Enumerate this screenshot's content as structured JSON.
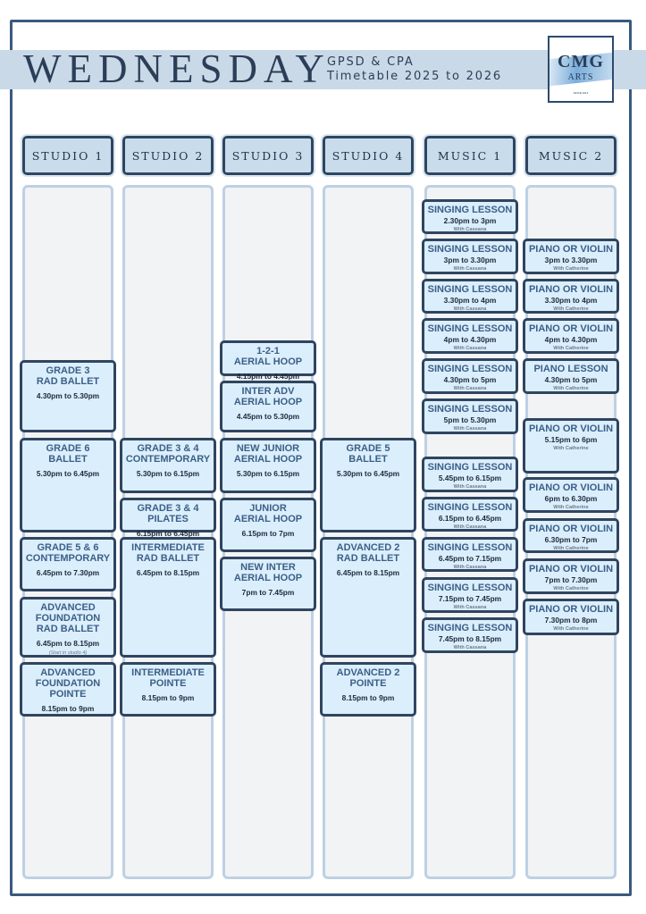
{
  "header": {
    "day": "WEDNESDAY",
    "subtitle_line1": "GPSD & CPA",
    "subtitle_line2": "Timetable 2025 to 2026",
    "logo_main": "CMG",
    "logo_sub": "ARTS",
    "logo_since": "SINCE 2013"
  },
  "colors": {
    "frame": "#3a5a7f",
    "banner": "#c9d9e7",
    "header_fill": "#c9dcec",
    "column_border": "#bdd1e4",
    "class_fill": "#dbeefb",
    "class_border": "#2f4560",
    "title_text": "#3b5f88"
  },
  "columns": [
    {
      "name": "STUDIO 1",
      "classes": [
        {
          "title": "GRADE 3\nRAD BALLET",
          "time": "4.30pm to 5.30pm"
        },
        {
          "title": "GRADE 6\nBALLET",
          "time": "5.30pm to 6.45pm"
        },
        {
          "title": "GRADE 5 & 6\nCONTEMPORARY",
          "time": "6.45pm to 7.30pm"
        },
        {
          "title": "ADVANCED\nFOUNDATION\nRAD BALLET",
          "time": "6.45pm to 8.15pm",
          "note": "(Start in studio 4)"
        },
        {
          "title": "ADVANCED\nFOUNDATION\nPOINTE",
          "time": "8.15pm to 9pm"
        }
      ]
    },
    {
      "name": "STUDIO 2",
      "classes": [
        {
          "title": "GRADE 3 & 4\nCONTEMPORARY",
          "time": "5.30pm to 6.15pm"
        },
        {
          "title": "GRADE 3 & 4\nPILATES",
          "time": "6.15pm to 6.45pm"
        },
        {
          "title": "INTERMEDIATE\nRAD BALLET",
          "time": "6.45pm to 8.15pm"
        },
        {
          "title": "INTERMEDIATE\nPOINTE",
          "time": "8.15pm to 9pm"
        }
      ]
    },
    {
      "name": "STUDIO 3",
      "classes": [
        {
          "title": "1-2-1\nAERIAL HOOP",
          "time": "4.15pm to 4.45pm"
        },
        {
          "title": "INTER ADV\nAERIAL HOOP",
          "time": "4.45pm to 5.30pm"
        },
        {
          "title": "NEW JUNIOR\nAERIAL HOOP",
          "time": "5.30pm to 6.15pm"
        },
        {
          "title": "JUNIOR\nAERIAL HOOP",
          "time": "6.15pm to 7pm"
        },
        {
          "title": "NEW INTER\nAERIAL HOOP",
          "time": "7pm to 7.45pm"
        }
      ]
    },
    {
      "name": "STUDIO 4",
      "classes": [
        {
          "title": "GRADE 5\nBALLET",
          "time": "5.30pm to 6.45pm"
        },
        {
          "title": "ADVANCED 2\nRAD BALLET",
          "time": "6.45pm to 8.15pm"
        },
        {
          "title": "ADVANCED 2\nPOINTE",
          "time": "8.15pm to 9pm"
        }
      ]
    },
    {
      "name": "MUSIC 1",
      "classes": [
        {
          "title": "SINGING LESSON",
          "time": "2.30pm to 3pm",
          "with": "With Cassana"
        },
        {
          "title": "SINGING LESSON",
          "time": "3pm to 3.30pm",
          "with": "With Cassana"
        },
        {
          "title": "SINGING LESSON",
          "time": "3.30pm to 4pm",
          "with": "With Cassana"
        },
        {
          "title": "SINGING LESSON",
          "time": "4pm to 4.30pm",
          "with": "With Cassana"
        },
        {
          "title": "SINGING LESSON",
          "time": "4.30pm to 5pm",
          "with": "With Cassana"
        },
        {
          "title": "SINGING LESSON",
          "time": "5pm to 5.30pm",
          "with": "With Cassana"
        },
        {
          "title": "SINGING LESSON",
          "time": "5.45pm to 6.15pm",
          "with": "With Cassana"
        },
        {
          "title": "SINGING LESSON",
          "time": "6.15pm to 6.45pm",
          "with": "With Cassana"
        },
        {
          "title": "SINGING LESSON",
          "time": "6.45pm to 7.15pm",
          "with": "With Cassana"
        },
        {
          "title": "SINGING LESSON",
          "time": "7.15pm to 7.45pm",
          "with": "With Cassana"
        },
        {
          "title": "SINGING LESSON",
          "time": "7.45pm to 8.15pm",
          "with": "With Cassana"
        }
      ]
    },
    {
      "name": "MUSIC 2",
      "classes": [
        {
          "title": "PIANO OR VIOLIN",
          "time": "3pm to 3.30pm",
          "with": "With Catherine"
        },
        {
          "title": "PIANO OR VIOLIN",
          "time": "3.30pm to 4pm",
          "with": "With Catherine"
        },
        {
          "title": "PIANO OR VIOLIN",
          "time": "4pm to 4.30pm",
          "with": "With Catherine"
        },
        {
          "title": "PIANO LESSON",
          "time": "4.30pm to 5pm",
          "with": "With Catherine"
        },
        {
          "title": "PIANO OR VIOLIN",
          "time": "5.15pm to 6pm",
          "with": "With Catherine"
        },
        {
          "title": "PIANO OR VIOLIN",
          "time": "6pm to 6.30pm",
          "with": "With Catherine"
        },
        {
          "title": "PIANO OR VIOLIN",
          "time": "6.30pm to 7pm",
          "with": "With Catherine"
        },
        {
          "title": "PIANO OR VIOLIN",
          "time": "7pm to 7.30pm",
          "with": "With Catherine"
        },
        {
          "title": "PIANO OR VIOLIN",
          "time": "7.30pm to 8pm",
          "with": "With Catherine"
        }
      ]
    }
  ]
}
